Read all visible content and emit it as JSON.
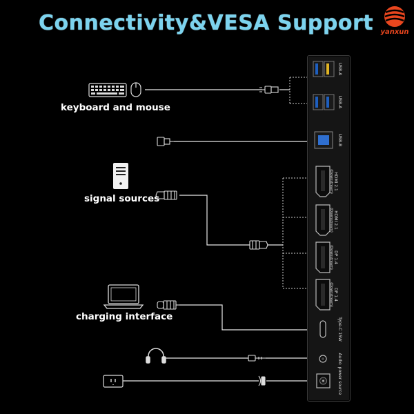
{
  "title": "Connectivity&VESA Support",
  "brand": {
    "name": "yanxun",
    "color": "#e9461e"
  },
  "accent": "#7cd3ee",
  "labels": {
    "keyboard_mouse": "keyboard and mouse",
    "signal_sources": "signal sources",
    "charging_interface": "charging interface"
  },
  "devices": [
    "keyboard-icon",
    "mouse-icon",
    "usb-a-plug-icon",
    "usb-b-plug-icon",
    "computer-tower-icon",
    "hdmi-plug-icon",
    "laptop-icon",
    "usb-c-plug-icon",
    "headphones-icon",
    "audio-jack-icon",
    "power-outlet-icon",
    "power-plug-icon"
  ],
  "ports": [
    {
      "label": "USB-A"
    },
    {
      "label": "USB-A"
    },
    {
      "label": "USB-B"
    },
    {
      "label": "HDMI 2.1",
      "sub": "(Downstream)"
    },
    {
      "label": "HDMI 2.1",
      "sub": "(Downstream)"
    },
    {
      "label": "DP 1.4",
      "sub": "(Downstream)"
    },
    {
      "label": "DP 1.4",
      "sub": "(Downstream)"
    },
    {
      "label": "Type-C 15W"
    },
    {
      "label": "Audio"
    },
    {
      "label": "power source"
    }
  ]
}
